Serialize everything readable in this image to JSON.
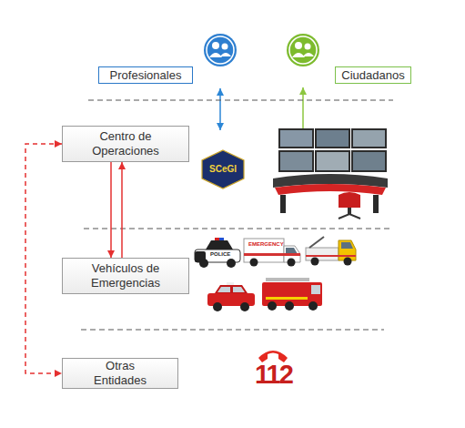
{
  "diagram": {
    "nodes": [
      {
        "text": [
          "Profesionales"
        ]
      },
      {
        "text": [
          "Ciudadanos"
        ]
      },
      {
        "text": [
          "Centro de Operaciones"
        ]
      },
      {
        "text": [
          "SCeGI"
        ]
      },
      {
        "text": [
          "Vehículos de Emergencias"
        ]
      },
      {
        "text": [
          "Otras Entidades"
        ]
      }
    ],
    "edges": [
      {
        "from": 2,
        "to": 4,
        "arrow": "to"
      },
      {
        "from": 4,
        "to": 2,
        "arrow": "to"
      },
      {
        "from": 2,
        "to": 5,
        "arrow": "both"
      }
    ],
    "labels": [
      "POLICE",
      "EMERGENCY",
      "112"
    ]
  }
}
